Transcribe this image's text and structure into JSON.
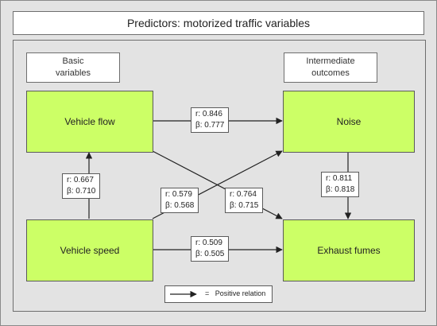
{
  "title": "Predictors: motorized traffic variables",
  "headers": {
    "basic": "Basic\nvariables",
    "intermediate": "Intermediate\noutcomes"
  },
  "nodes": {
    "vehicle_flow": "Vehicle flow",
    "noise": "Noise",
    "vehicle_speed": "Vehicle speed",
    "exhaust_fumes": "Exhaust fumes"
  },
  "relations": {
    "flow_noise": {
      "r": "r: 0.846",
      "b": "β: 0.777"
    },
    "speed_flow": {
      "r": "r: 0.667",
      "b": "β: 0.710"
    },
    "speed_noise": {
      "r": "r: 0.579",
      "b": "β: 0.568"
    },
    "flow_exhaust": {
      "r": "r: 0.764",
      "b": "β: 0.715"
    },
    "noise_exhaust": {
      "r": "r: 0.811",
      "b": "β: 0.818"
    },
    "speed_exhaust": {
      "r": "r: 0.509",
      "b": "β: 0.505"
    }
  },
  "legend": {
    "symbol": "=",
    "text": "Positive relation"
  },
  "colors": {
    "node_fill": "#ccff66",
    "panel": "#e3e3e3",
    "border": "#5a5a5a"
  }
}
